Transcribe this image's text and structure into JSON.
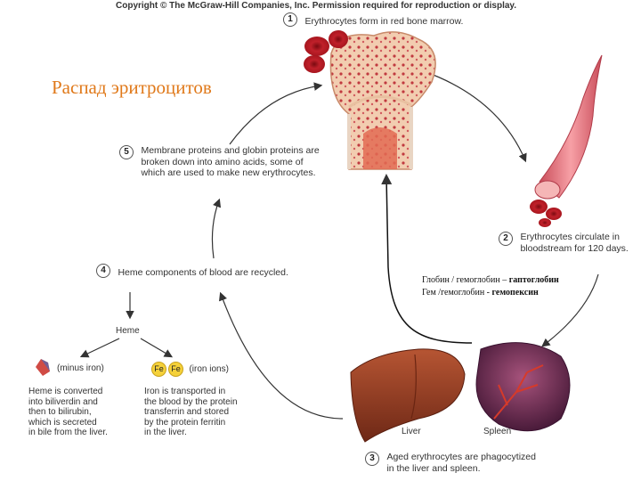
{
  "copyright": "Copyright © The McGraw-Hill Companies, Inc. Permission required for reproduction or display.",
  "title": "Распад эритроцитов",
  "steps": {
    "s1": {
      "num": "1",
      "text": "Erythrocytes form in red bone marrow."
    },
    "s2": {
      "num": "2",
      "line1": "Erythrocytes circulate in",
      "line2": "bloodstream for 120 days."
    },
    "s3": {
      "num": "3",
      "line1": "Aged erythrocytes are phagocytized",
      "line2": "in the liver and spleen."
    },
    "s4": {
      "num": "4",
      "text": "Heme components of blood are recycled."
    },
    "s5": {
      "num": "5",
      "line1": "Membrane proteins and globin proteins are",
      "line2": "broken down into amino acids, some of",
      "line3": "which are used to make new erythrocytes."
    }
  },
  "ru_notes": {
    "line1_a": "Глобин / гемоглобин – ",
    "line1_b": "гаптоглобин",
    "line2_a": "Гем /гемоглобин - ",
    "line2_b": "гемопексин"
  },
  "heme": {
    "label": "Heme",
    "minus_iron": "(minus iron)",
    "iron_ions": "(iron ions)",
    "fe": "Fe",
    "left_text": [
      "Heme is converted",
      "into biliverdin and",
      "then to bilirubin,",
      "which is secreted",
      "in bile from the liver."
    ],
    "right_text": [
      "Iron is transported in",
      "the blood by the protein",
      "transferrin and stored",
      "by the protein ferritin",
      "in the liver."
    ]
  },
  "organs": {
    "liver": "Liver",
    "spleen": "Spleen"
  },
  "colors": {
    "title": "#e0791a",
    "blood": "#b3141b",
    "vessel": "#e9707b",
    "liver": "#8c3520",
    "spleen": "#6b2a55",
    "bone": "#f3d3b8"
  }
}
